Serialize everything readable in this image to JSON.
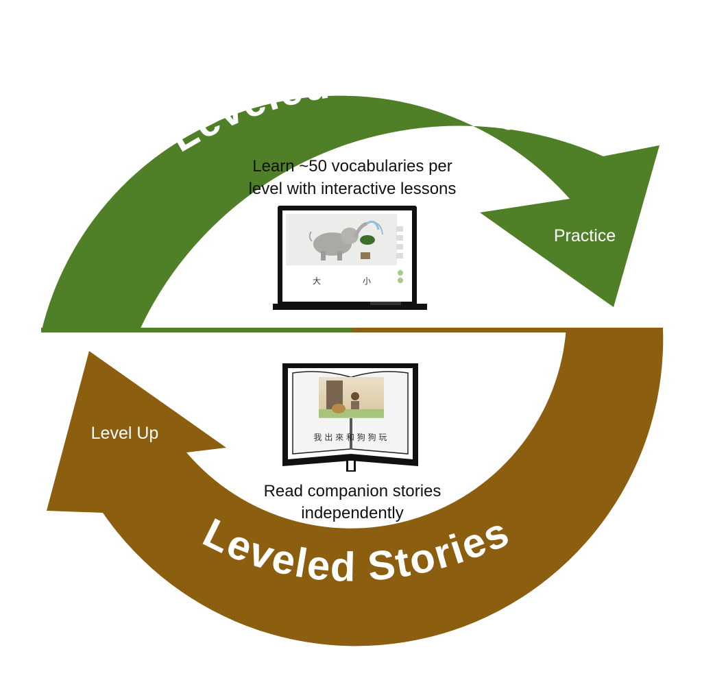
{
  "colors": {
    "lessons": "#4f7f27",
    "stories": "#8b5e10",
    "text_dark": "#111111",
    "text_light": "#ffffff"
  },
  "lessons": {
    "title": "Leveled Lessons",
    "description_line1": "Learn ~50 vocabularies per",
    "description_line2": "level with interactive lessons",
    "arrow_label": "Practice",
    "screen_words": [
      "大",
      "小"
    ]
  },
  "stories": {
    "title": "Leveled Stories",
    "description_line1": "Read companion stories",
    "description_line2": "independently",
    "arrow_label": "Level Up",
    "book_sentence": "我 出 來 和 狗 狗 玩"
  }
}
